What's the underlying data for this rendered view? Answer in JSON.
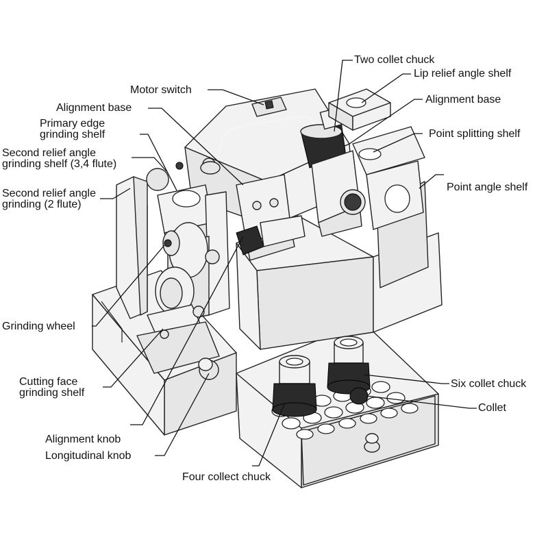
{
  "labels": {
    "two_collet_chuck": "Two collet chuck",
    "lip_relief_angle_shelf": "Lip relief angle shelf",
    "motor_switch": "Motor switch",
    "alignment_base_left": "Alignment base",
    "alignment_base_right": "Alignment base",
    "primary_edge_line1": "Primary edge",
    "primary_edge_line2": "grinding shelf",
    "point_splitting_shelf": "Point splitting shelf",
    "second_relief_34_line1": "Second relief angle",
    "second_relief_34_line2": "grinding shelf (3,4 flute)",
    "point_angle_shelf": "Point angle shelf",
    "second_relief_2_line1": "Second relief angle",
    "second_relief_2_line2": "grinding (2 flute)",
    "grinding_wheel": "Grinding wheel",
    "six_collet_chuck": "Six collet chuck",
    "cutting_face_line1": "Cutting face",
    "cutting_face_line2": "grinding shelf",
    "collet": "Collet",
    "alignment_knob": "Alignment  knob",
    "longitudinal_knob": "Longitudinal knob",
    "four_collect_chuck": "Four collect chuck"
  },
  "colors": {
    "line": "#222222",
    "background": "#ffffff",
    "label": "#111111"
  }
}
